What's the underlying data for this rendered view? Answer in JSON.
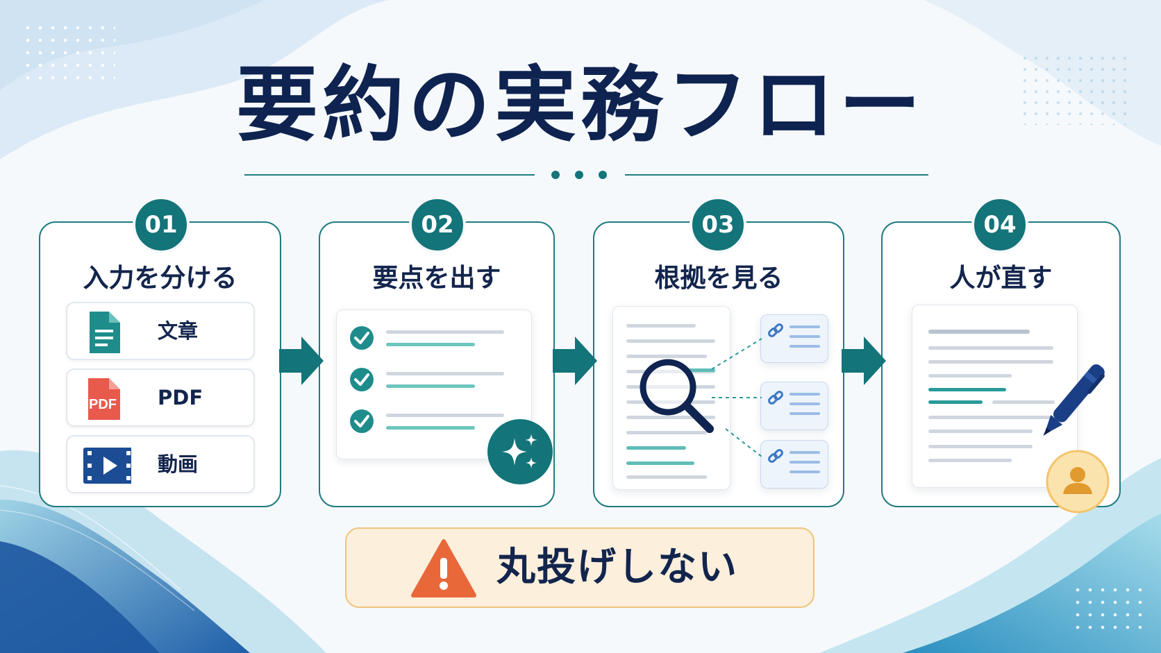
{
  "title": "要約の実務フロー",
  "steps": [
    {
      "number": "01",
      "title": "入力を分ける"
    },
    {
      "number": "02",
      "title": "要点を出す"
    },
    {
      "number": "03",
      "title": "根拠を見る"
    },
    {
      "number": "04",
      "title": "人が直す"
    }
  ],
  "inputs": [
    {
      "label": "文章",
      "icon": "document-icon"
    },
    {
      "label": "PDF",
      "icon": "pdf-icon",
      "icon_text": "PDF"
    },
    {
      "label": "動画",
      "icon": "video-icon"
    }
  ],
  "warning": {
    "text": "丸投げしない",
    "icon": "warning-icon"
  },
  "colors": {
    "teal": "#137479",
    "navy": "#0e2350",
    "pdf_red": "#e85a4c",
    "warning_orange": "#e8683a",
    "warning_bg": "#fcefdc",
    "avatar_gold": "#f3c46b"
  }
}
